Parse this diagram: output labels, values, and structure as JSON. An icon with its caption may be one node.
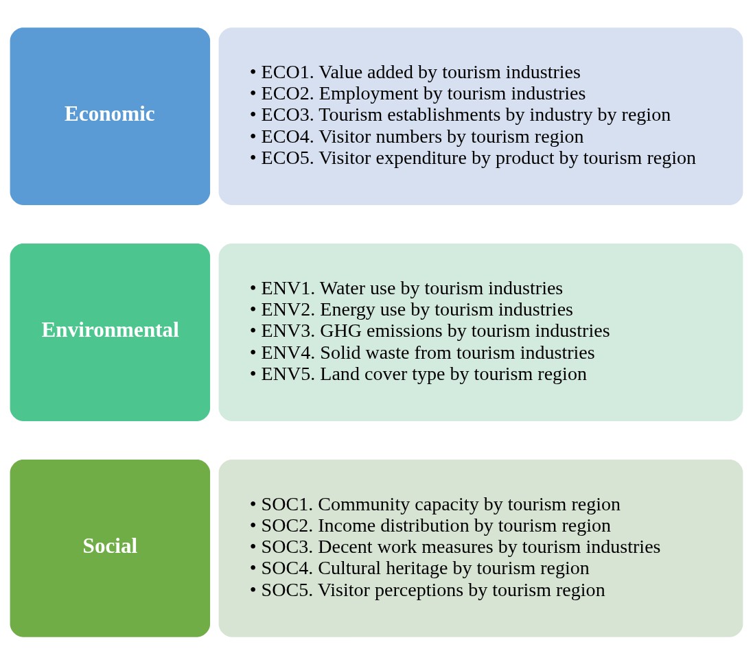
{
  "diagram": {
    "nodes": [
      {
        "text": [
          "Economic"
        ]
      },
      {
        "text": [
          "• ECO1. Value added by tourism industries",
          "• ECO2. Employment by tourism industries",
          "• ECO3. Tourism establishments by industry by region",
          "• ECO4. Visitor numbers by tourism region",
          "• ECO5. Visitor expenditure by product by tourism region"
        ]
      },
      {
        "text": [
          "Environmental"
        ]
      },
      {
        "text": [
          "• ENV1. Water use by tourism industries",
          "• ENV2. Energy use by tourism industries",
          "• ENV3. GHG emissions by tourism industries",
          "• ENV4. Solid waste from tourism industries",
          "• ENV5. Land cover type by tourism region"
        ]
      },
      {
        "text": [
          "Social"
        ]
      },
      {
        "text": [
          "• SOC1. Community capacity by tourism region",
          "• SOC2. Income distribution by tourism region",
          "• SOC3. Decent work measures by tourism industries",
          "• SOC4. Cultural heritage by tourism region",
          "• SOC5. Visitor perceptions by tourism region"
        ]
      }
    ],
    "edges": []
  }
}
